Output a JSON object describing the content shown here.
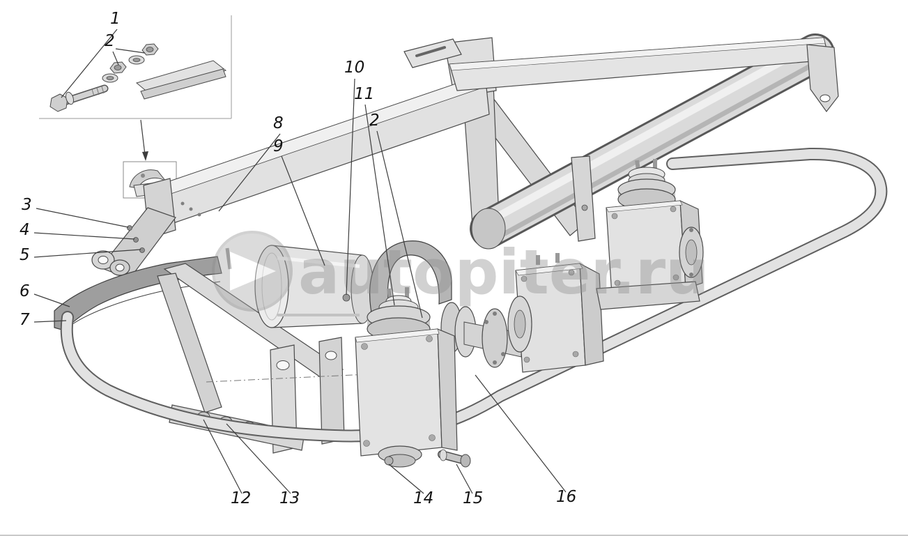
{
  "figure": {
    "title": "exploded-parts-assembly-diagram",
    "watermark": "autopiter.ru",
    "callouts": [
      {
        "id": "1",
        "label": "1"
      },
      {
        "id": "2",
        "label": "2"
      },
      {
        "id": "8",
        "label": "8"
      },
      {
        "id": "9",
        "label": "9"
      },
      {
        "id": "10",
        "label": "10"
      },
      {
        "id": "11",
        "label": "11"
      },
      {
        "id": "2b",
        "label": "2"
      },
      {
        "id": "3",
        "label": "3"
      },
      {
        "id": "4",
        "label": "4"
      },
      {
        "id": "5",
        "label": "5"
      },
      {
        "id": "6",
        "label": "6"
      },
      {
        "id": "7",
        "label": "7"
      },
      {
        "id": "12",
        "label": "12"
      },
      {
        "id": "13",
        "label": "13"
      },
      {
        "id": "14",
        "label": "14"
      },
      {
        "id": "15",
        "label": "15"
      },
      {
        "id": "16",
        "label": "16"
      }
    ],
    "colors": {
      "line": "#4a4a4a",
      "fill_light": "#e3e3e3",
      "fill_mid": "#cfcfcf",
      "fill_dark": "#9e9e9e",
      "watermark_gray": "#8f8f8f"
    }
  }
}
